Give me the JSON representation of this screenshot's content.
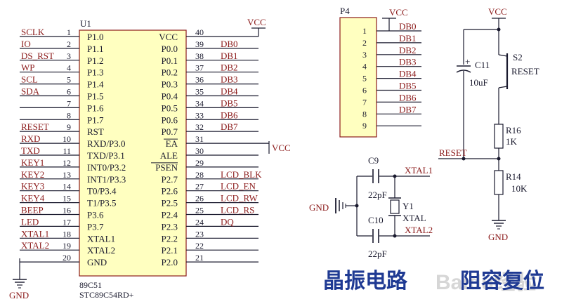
{
  "u1": {
    "ref": "U1",
    "part": "89C51",
    "part2": "STC89C54RD+",
    "left_pins": [
      {
        "num": "1",
        "name": "P1.0",
        "net": "SCLK"
      },
      {
        "num": "2",
        "name": "P1.1",
        "net": "IO"
      },
      {
        "num": "3",
        "name": "P1.2",
        "net": "DS_RST"
      },
      {
        "num": "4",
        "name": "P1.3",
        "net": "WP"
      },
      {
        "num": "5",
        "name": "P1.4",
        "net": "SCL"
      },
      {
        "num": "6",
        "name": "P1.5",
        "net": "SDA"
      },
      {
        "num": "7",
        "name": "P1.6",
        "net": ""
      },
      {
        "num": "8",
        "name": "P1.7",
        "net": ""
      },
      {
        "num": "9",
        "name": "RST",
        "net": "RESET"
      },
      {
        "num": "10",
        "name": "RXD/P3.0",
        "net": "RXD"
      },
      {
        "num": "11",
        "name": "TXD/P3.1",
        "net": "TXD"
      },
      {
        "num": "12",
        "name": "INT0/P3.2",
        "net": "KEY1"
      },
      {
        "num": "13",
        "name": "INT1/P3.3",
        "net": "KEY2"
      },
      {
        "num": "14",
        "name": "T0/P3.4",
        "net": "KEY3"
      },
      {
        "num": "15",
        "name": "T1/P3.5",
        "net": "KEY4"
      },
      {
        "num": "16",
        "name": "P3.6",
        "net": "BEEP"
      },
      {
        "num": "17",
        "name": "P3.7",
        "net": "LED"
      },
      {
        "num": "18",
        "name": "XTAL1",
        "net": "XTAL1"
      },
      {
        "num": "19",
        "name": "XTAL2",
        "net": "XTAL2"
      },
      {
        "num": "20",
        "name": "GND",
        "net": ""
      }
    ],
    "right_pins": [
      {
        "num": "40",
        "name": "VCC",
        "net": ""
      },
      {
        "num": "39",
        "name": "P0.0",
        "net": "DB0"
      },
      {
        "num": "38",
        "name": "P0.1",
        "net": "DB1"
      },
      {
        "num": "37",
        "name": "P0.2",
        "net": "DB2"
      },
      {
        "num": "36",
        "name": "P0.3",
        "net": "DB3"
      },
      {
        "num": "35",
        "name": "P0.4",
        "net": "DB4"
      },
      {
        "num": "34",
        "name": "P0.5",
        "net": "DB5"
      },
      {
        "num": "33",
        "name": "P0.6",
        "net": "DB6"
      },
      {
        "num": "32",
        "name": "P0.7",
        "net": "DB7"
      },
      {
        "num": "31",
        "name": "EA",
        "net": ""
      },
      {
        "num": "30",
        "name": "ALE",
        "net": ""
      },
      {
        "num": "29",
        "name": "PSEN",
        "net": ""
      },
      {
        "num": "28",
        "name": "P2.7",
        "net": "LCD_BLK"
      },
      {
        "num": "27",
        "name": "P2.6",
        "net": "LCD_EN"
      },
      {
        "num": "26",
        "name": "P2.5",
        "net": "LCD_RW"
      },
      {
        "num": "25",
        "name": "P2.4",
        "net": "LCD_RS"
      },
      {
        "num": "24",
        "name": "P2.3",
        "net": "DQ"
      },
      {
        "num": "23",
        "name": "P2.2",
        "net": ""
      },
      {
        "num": "22",
        "name": "P2.1",
        "net": ""
      },
      {
        "num": "21",
        "name": "P2.0",
        "net": ""
      }
    ]
  },
  "p4": {
    "ref": "P4",
    "pins": [
      {
        "num": "1",
        "net": "DB0"
      },
      {
        "num": "2",
        "net": "DB1"
      },
      {
        "num": "3",
        "net": "DB2"
      },
      {
        "num": "4",
        "net": "DB3"
      },
      {
        "num": "5",
        "net": "DB4"
      },
      {
        "num": "6",
        "net": "DB5"
      },
      {
        "num": "7",
        "net": "DB6"
      },
      {
        "num": "8",
        "net": "DB7"
      },
      {
        "num": "9",
        "net": ""
      }
    ]
  },
  "labels": {
    "vcc": "VCC",
    "gnd": "GND",
    "c9": "C9",
    "c10": "C10",
    "c9_val": "22pF",
    "c10_val": "22pF",
    "y1": "Y1",
    "y1_val": "XTAL",
    "xtal1": "XTAL1",
    "xtal2": "XTAL2",
    "c11": "C11",
    "c11_val": "10uF",
    "s2": "S2",
    "s2_val": "RESET",
    "r16": "R16",
    "r16_val": "1K",
    "r14": "R14",
    "r14_val": "10K",
    "reset_net": "RESET",
    "plus": "+",
    "caption_crystal": "晶振电路",
    "caption_reset": "阻容复位",
    "watermark": "Baidu经验"
  },
  "colors": {
    "wire": "#1a1a2e",
    "net_red": "#8b1a1a",
    "ic_fill": "#ffffc0",
    "caption": "#1f3a93"
  }
}
